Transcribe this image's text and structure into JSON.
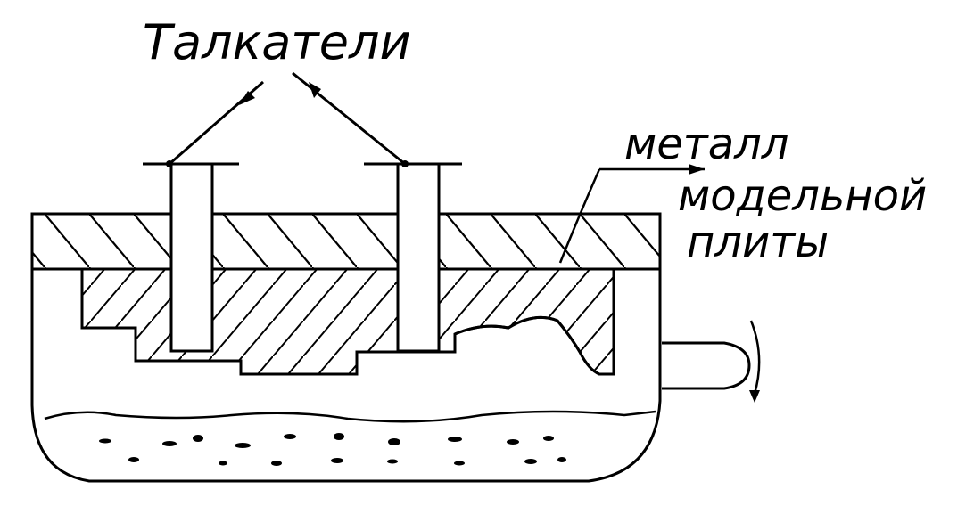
{
  "labels": {
    "pushers": "Талкатели",
    "metal_line1": "металл",
    "metal_line2": "модельной",
    "metal_line3": "плиты"
  },
  "colors": {
    "ink": "#000000",
    "paper": "#ffffff"
  }
}
